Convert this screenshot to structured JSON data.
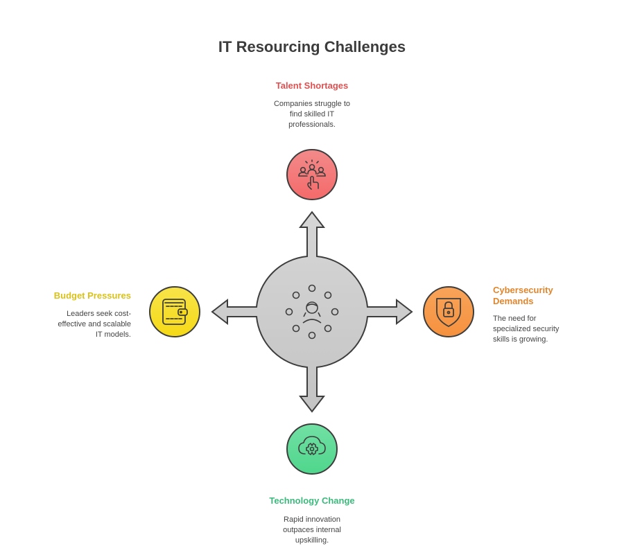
{
  "title": "IT Resourcing Challenges",
  "colors": {
    "talent": "#e05050",
    "budget": "#d9c21a",
    "cyber": "#e0852c",
    "tech": "#3cba7c",
    "center_fill": "#d0d0d0",
    "stroke": "#3d3d3d"
  },
  "center": {
    "icon": "person-network-icon"
  },
  "nodes": {
    "talent": {
      "label": "Talent Shortages",
      "desc_lines": [
        "Companies struggle to",
        "find skilled IT",
        "professionals."
      ],
      "icon": "team-pointer-icon"
    },
    "budget": {
      "label": "Budget Pressures",
      "desc_lines": [
        "Leaders seek cost-",
        "effective and scalable",
        "IT models."
      ],
      "icon": "wallet-icon"
    },
    "cyber": {
      "label_lines": [
        "Cybersecurity",
        "Demands"
      ],
      "desc_lines": [
        "The need for",
        "specialized security",
        "skills is growing."
      ],
      "icon": "shield-lock-icon"
    },
    "tech": {
      "label": "Technology Change",
      "desc_lines": [
        "Rapid innovation",
        "outpaces internal",
        "upskilling."
      ],
      "icon": "cloud-gear-icon"
    }
  }
}
